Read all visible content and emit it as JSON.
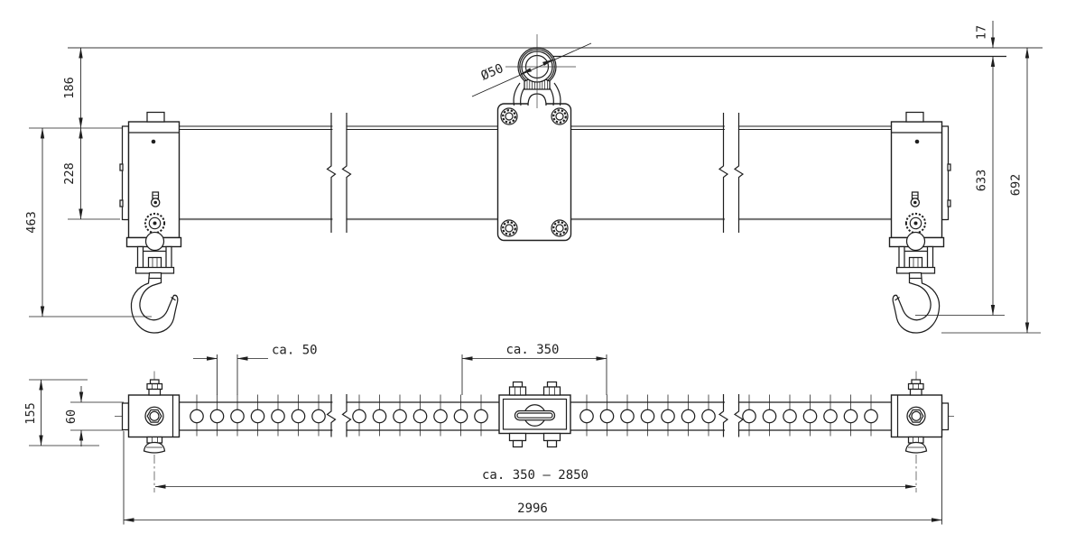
{
  "drawing": {
    "colors": {
      "line": "#1f1f1f",
      "gray_line": "#7a7a7a",
      "background": "#ffffff",
      "text": "#222222"
    },
    "dims": {
      "front": {
        "a186": "186",
        "a228": "228",
        "a463": "463",
        "a17": "17",
        "a633": "633",
        "a692": "692",
        "dia": "Ø50"
      },
      "plan": {
        "pitch": "ca. 50",
        "center": "ca. 350",
        "h155": "155",
        "w60": "60",
        "range": "ca. 350 – 2850",
        "total": "2996"
      }
    }
  }
}
